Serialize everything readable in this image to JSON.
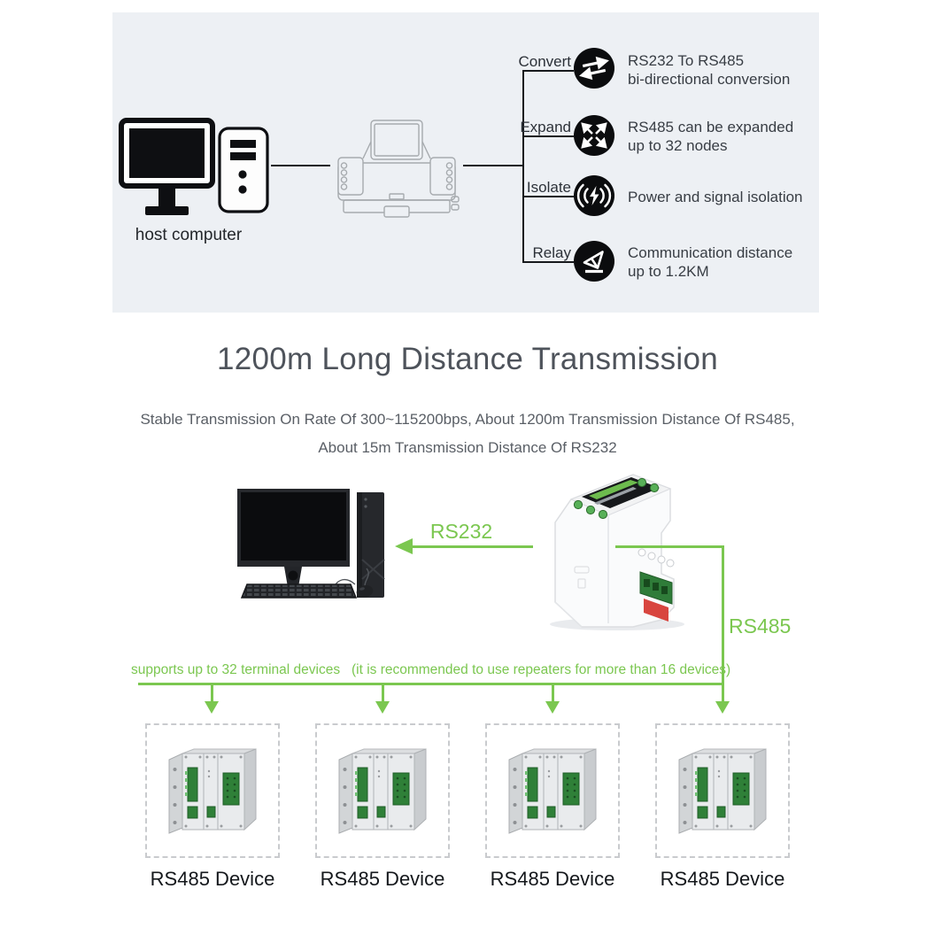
{
  "top_panel": {
    "host_computer_label": "host computer",
    "features": [
      {
        "label": "Convert",
        "line1": "RS232 To RS485",
        "line2": "bi-directional conversion"
      },
      {
        "label": "Expand",
        "line1": "RS485 can be expanded",
        "line2": "up to 32 nodes"
      },
      {
        "label": "Isolate",
        "line1": "Power and signal isolation",
        "line2": ""
      },
      {
        "label": "Relay",
        "line1": "Communication distance",
        "line2": "up to 1.2KM"
      }
    ]
  },
  "headline": {
    "title": "1200m Long Distance Transmission",
    "subtitle_line1": "Stable Transmission On Rate Of 300~115200bps, About 1200m Transmission Distance Of RS485,",
    "subtitle_line2": "About 15m Transmission Distance Of RS232"
  },
  "diagram": {
    "rs232_label": "RS232",
    "rs485_label": "RS485",
    "supports_note": "supports up to 32 terminal devices   (it is recommended to use repeaters for more than 16 devices)"
  },
  "terminal_devices": [
    {
      "label": "RS485 Device"
    },
    {
      "label": "RS485 Device"
    },
    {
      "label": "RS485 Device"
    },
    {
      "label": "RS485 Device"
    }
  ],
  "colors": {
    "accent_green": "#7bc750",
    "panel_bg": "#edf0f4",
    "icon_bg": "#0b0c0e",
    "heading_text": "#4e535b",
    "subtitle_text": "#5a5f66",
    "body_text": "#383d44",
    "label_text": "#15181c",
    "dashed_border": "#c9cbce"
  }
}
